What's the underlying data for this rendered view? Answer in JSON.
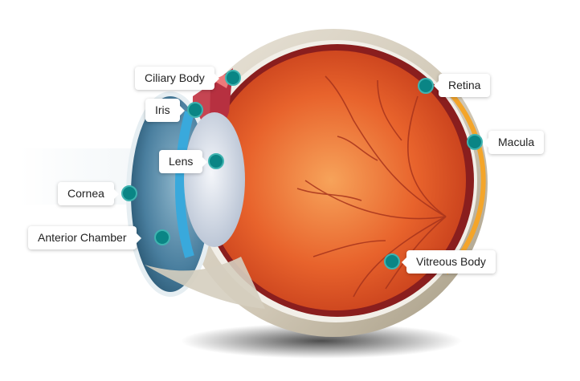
{
  "title": "Eye Anatomy",
  "labels": {
    "ciliary_body": "Ciliary Body",
    "iris": "Iris",
    "lens": "Lens",
    "cornea": "Cornea",
    "anterior_chamber": "Anterior Chamber",
    "retina": "Retina",
    "macula": "Macula",
    "vitreous_body": "Vitreous Body"
  },
  "colors": {
    "hotspot": "#0a8585",
    "sclera": "#d9d2c4",
    "globe": "#e8632c",
    "cornea": "#4a7f9f"
  }
}
